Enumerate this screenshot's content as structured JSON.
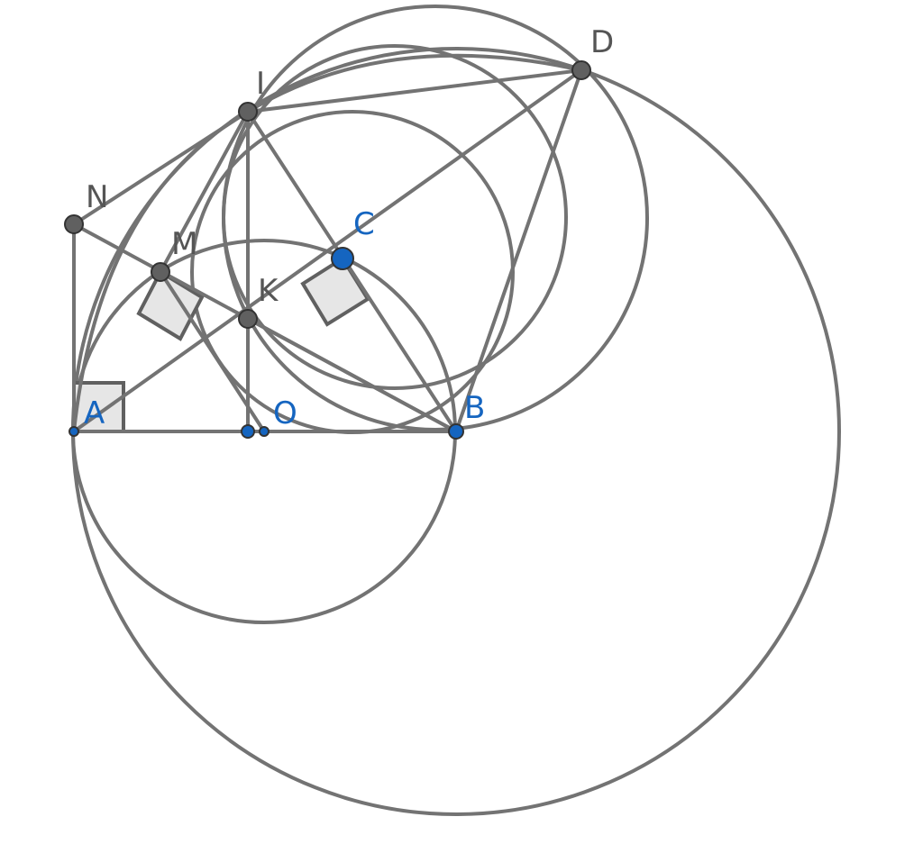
{
  "diagram": {
    "colors": {
      "background": "#ffffff",
      "stroke": "#737373",
      "fill_marker": "#e6e6e6",
      "gray_point": "#606060",
      "blue_point": "#1565c0",
      "point_outline": "#333333",
      "gray_label": "#555555",
      "blue_label": "#1565c0"
    },
    "labels": {
      "A": "A",
      "B": "B",
      "C": "C",
      "D": "D",
      "I": "I",
      "K": "K",
      "M": "M",
      "N": "N",
      "O": "O"
    }
  }
}
